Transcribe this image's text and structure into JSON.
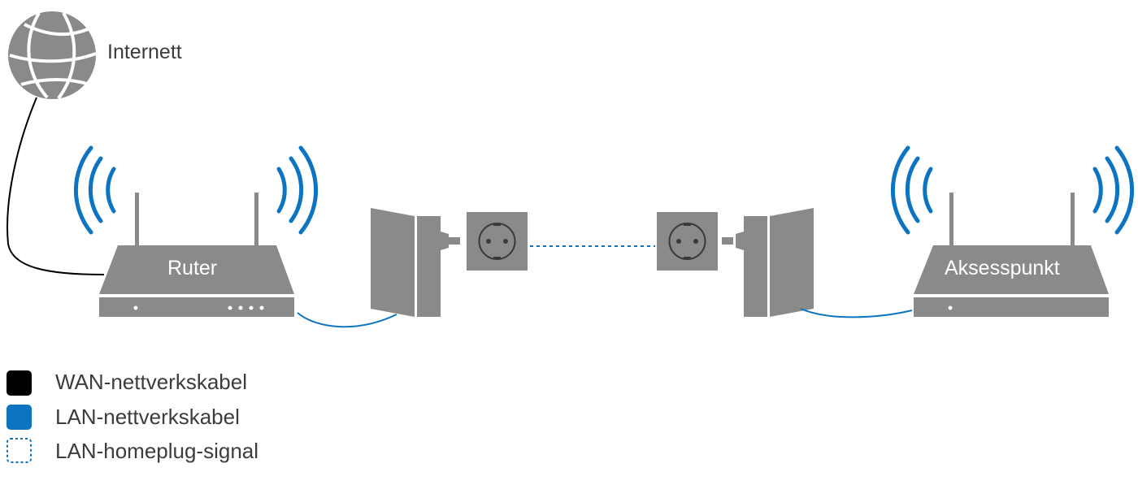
{
  "labels": {
    "internet": "Internett",
    "router": "Ruter",
    "access_point": "Aksesspunkt"
  },
  "legend": [
    {
      "label": "WAN-nettverkskabel",
      "style": "solid",
      "color": "#000000"
    },
    {
      "label": "LAN-nettverkskabel",
      "style": "solid",
      "color": "#0d74c1"
    },
    {
      "label": "LAN-homeplug-signal",
      "style": "dashed",
      "color": "#0d74c1"
    }
  ],
  "colors": {
    "device_gray": "#8a8a8a",
    "wan_cable": "#000000",
    "lan_cable": "#0d74c1",
    "wifi_waves": "#0d74c1",
    "text": "#3c3c3c"
  },
  "icons": {
    "internet": "globe-icon",
    "router": "router-icon",
    "access_point": "access-point-icon",
    "adapters": "powerline-adapter-icon",
    "sockets": "wall-socket-icon"
  }
}
